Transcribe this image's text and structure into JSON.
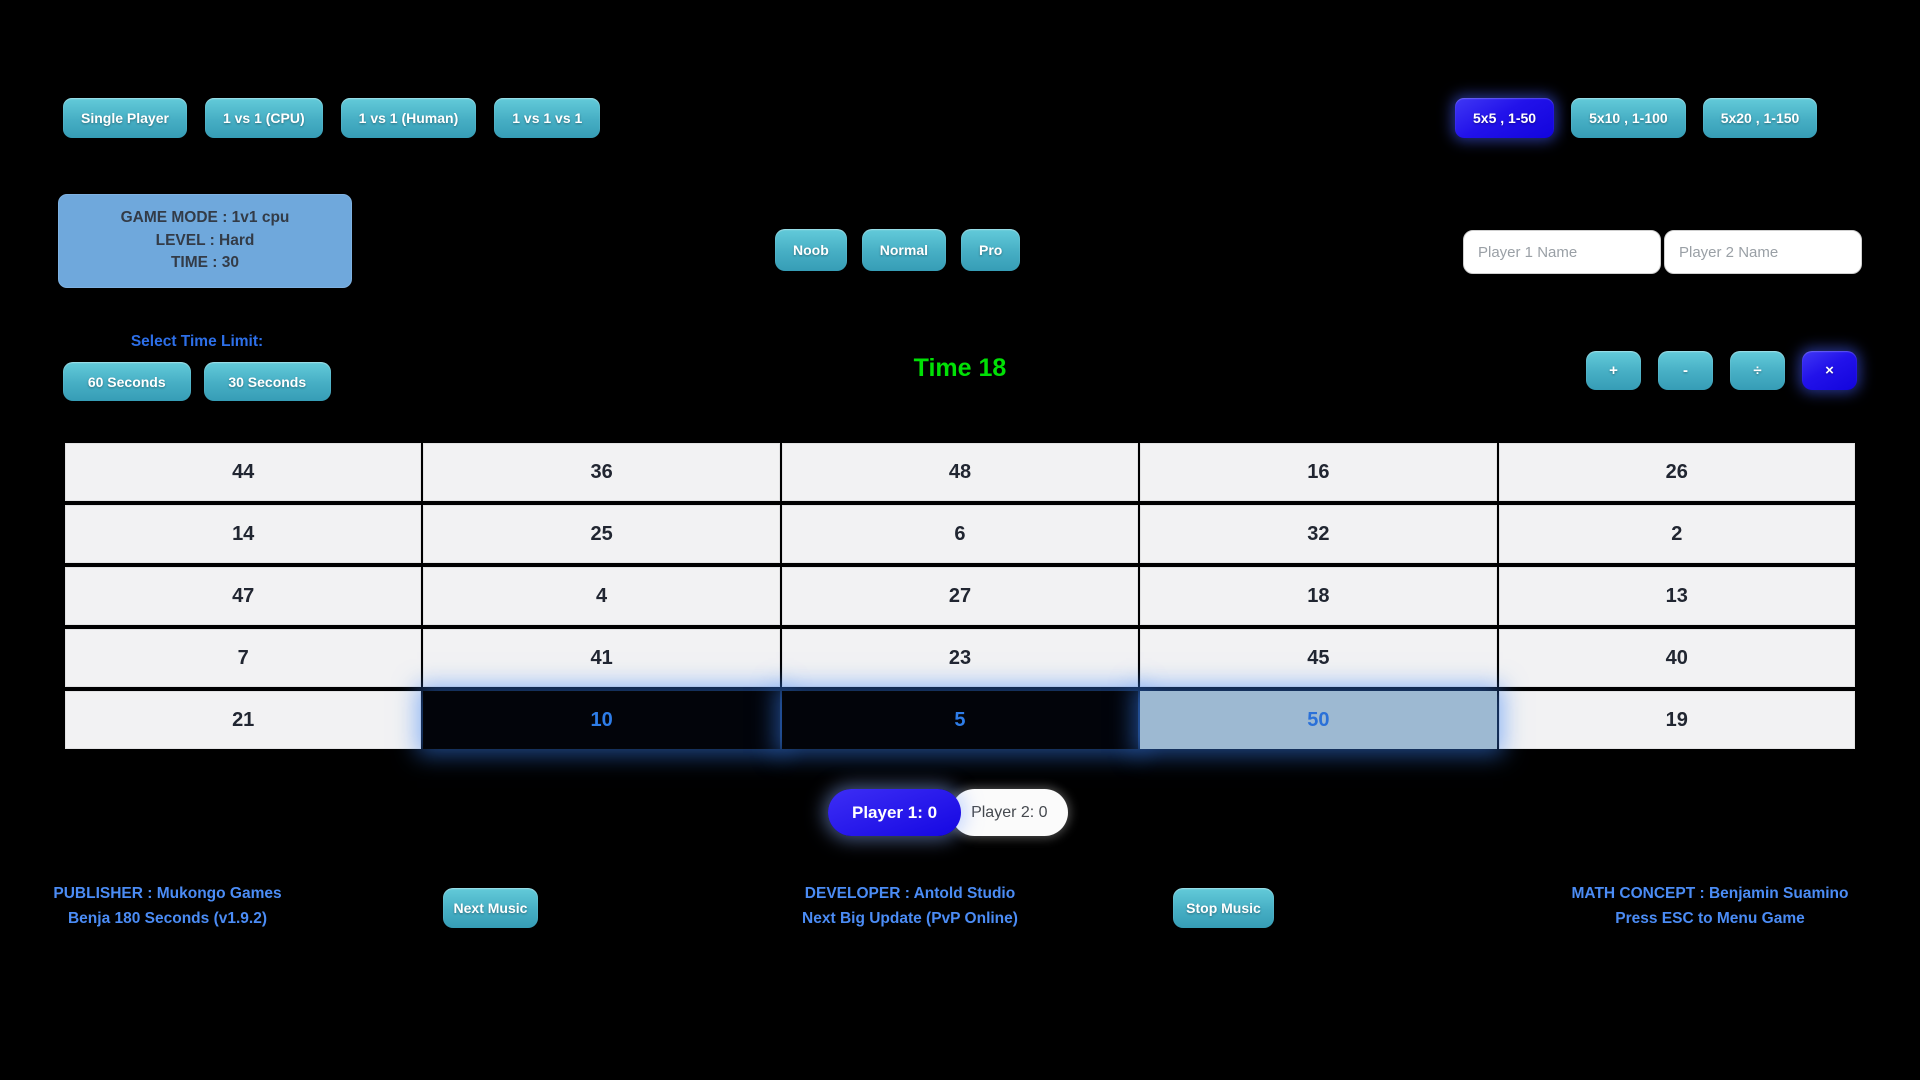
{
  "mode_buttons": [
    {
      "label": "Single Player"
    },
    {
      "label": "1 vs 1 (CPU)"
    },
    {
      "label": "1 vs 1 (Human)"
    },
    {
      "label": "1 vs 1 vs 1"
    }
  ],
  "grid_size_buttons": [
    {
      "label": "5x5 , 1-50",
      "selected": true
    },
    {
      "label": "5x10 , 1-100",
      "selected": false
    },
    {
      "label": "5x20 , 1-150",
      "selected": false
    }
  ],
  "game_info": {
    "line1": "GAME MODE : 1v1 cpu",
    "line2": "LEVEL : Hard",
    "line3": "TIME : 30"
  },
  "difficulty_buttons": [
    {
      "label": "Noob"
    },
    {
      "label": "Normal"
    },
    {
      "label": "Pro"
    }
  ],
  "player_name_inputs": [
    {
      "placeholder": "Player 1 Name",
      "value": ""
    },
    {
      "placeholder": "Player 2 Name",
      "value": ""
    }
  ],
  "time_limit": {
    "label": "Select Time Limit:",
    "buttons": [
      {
        "label": "60 Seconds"
      },
      {
        "label": "30 Seconds"
      }
    ]
  },
  "timer": {
    "text": "Time 18",
    "color": "#00e005"
  },
  "operations": [
    {
      "label": "+",
      "selected": false
    },
    {
      "label": "-",
      "selected": false
    },
    {
      "label": "÷",
      "selected": false
    },
    {
      "label": "×",
      "selected": true
    }
  ],
  "board": {
    "rows": [
      [
        {
          "value": "44"
        },
        {
          "value": "36"
        },
        {
          "value": "48"
        },
        {
          "value": "16"
        },
        {
          "value": "26"
        }
      ],
      [
        {
          "value": "14"
        },
        {
          "value": "25"
        },
        {
          "value": "6"
        },
        {
          "value": "32"
        },
        {
          "value": "2"
        }
      ],
      [
        {
          "value": "47"
        },
        {
          "value": "4"
        },
        {
          "value": "27"
        },
        {
          "value": "18"
        },
        {
          "value": "13"
        }
      ],
      [
        {
          "value": "7"
        },
        {
          "value": "41"
        },
        {
          "value": "23"
        },
        {
          "value": "45"
        },
        {
          "value": "40"
        }
      ],
      [
        {
          "value": "21"
        },
        {
          "value": "10",
          "state": "selected-dark"
        },
        {
          "value": "5",
          "state": "selected-dark"
        },
        {
          "value": "50",
          "state": "selected-light"
        },
        {
          "value": "19"
        }
      ]
    ]
  },
  "scores": [
    {
      "label": "Player 1: 0",
      "active": true
    },
    {
      "label": "Player 2: 0",
      "active": false
    }
  ],
  "footer": {
    "publisher_line1": "PUBLISHER : Mukongo Games",
    "publisher_line2": "Benja 180 Seconds (v1.9.2)",
    "next_music_label": "Next Music",
    "developer_line1": "DEVELOPER : Antold Studio",
    "developer_line2": "Next Big Update (PvP Online)",
    "stop_music_label": "Stop Music",
    "math_line1": "MATH CONCEPT : Benjamin Suamino",
    "math_line2": "Press ESC to Menu Game"
  },
  "colors": {
    "background": "#000000",
    "teal_button": "#46aec4",
    "selected_blue": "#2212ea",
    "info_box_blue": "#6fa8dc",
    "timer_green": "#00e005",
    "label_blue": "#2d6fe8",
    "footer_blue": "#4b8cf5",
    "cell_bg": "#f2f2f3",
    "selected_cell_dark": "#02040a",
    "selected_cell_light": "#9db9d2",
    "selected_number_blue": "#2e7de8"
  }
}
